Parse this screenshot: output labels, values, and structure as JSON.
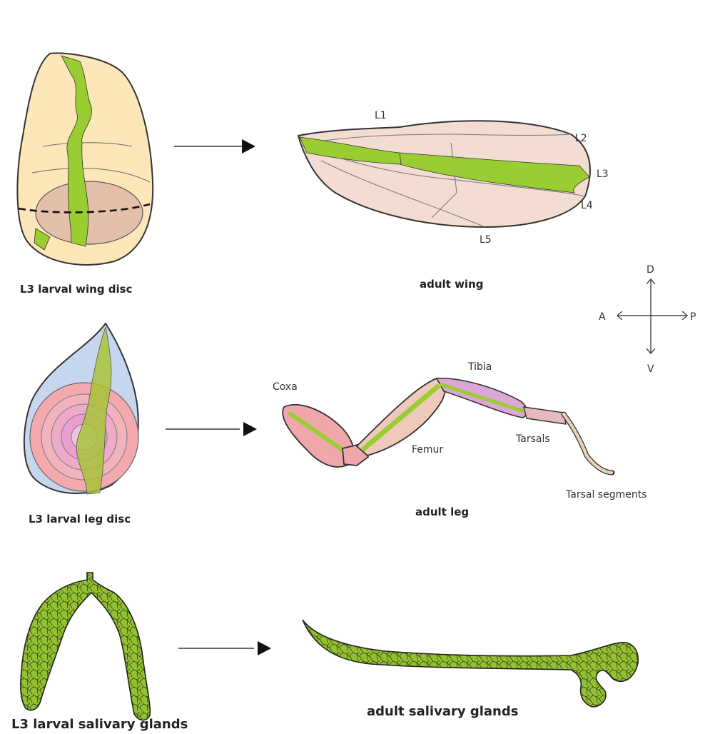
{
  "wing_row": {
    "disc_caption": "L3 larval wing disc",
    "adult_caption": "adult wing",
    "veins": [
      "L1",
      "L2",
      "L3",
      "L4",
      "L5"
    ]
  },
  "leg_row": {
    "disc_caption": "L3 larval leg disc",
    "adult_caption": "adult leg",
    "parts": [
      "Coxa",
      "Femur",
      "Tibia",
      "Tarsals",
      "Tarsal segments"
    ]
  },
  "gland_row": {
    "larval_caption": "L3 larval salivary glands",
    "adult_caption": "adult salivary glands"
  },
  "axes": {
    "dorsal": "D",
    "ventral": "V",
    "anterior": "A",
    "posterior": "P"
  },
  "colors": {
    "green": "#9acd32",
    "wing_disc_fill": "#fde7b8",
    "pouch_fill": "#e4c0ab",
    "wing_fill": "#f3dcd2",
    "leg_disc_fill": "#c6d6ee",
    "leg_ring_pink": "#f4a9ae",
    "leg_ring_magenta": "#e9a0d0",
    "coxa_fill": "#f0a7ab",
    "femur_fill": "#efc9ba",
    "tibia_fill": "#dca7d4",
    "gland_green": "#94c132"
  }
}
